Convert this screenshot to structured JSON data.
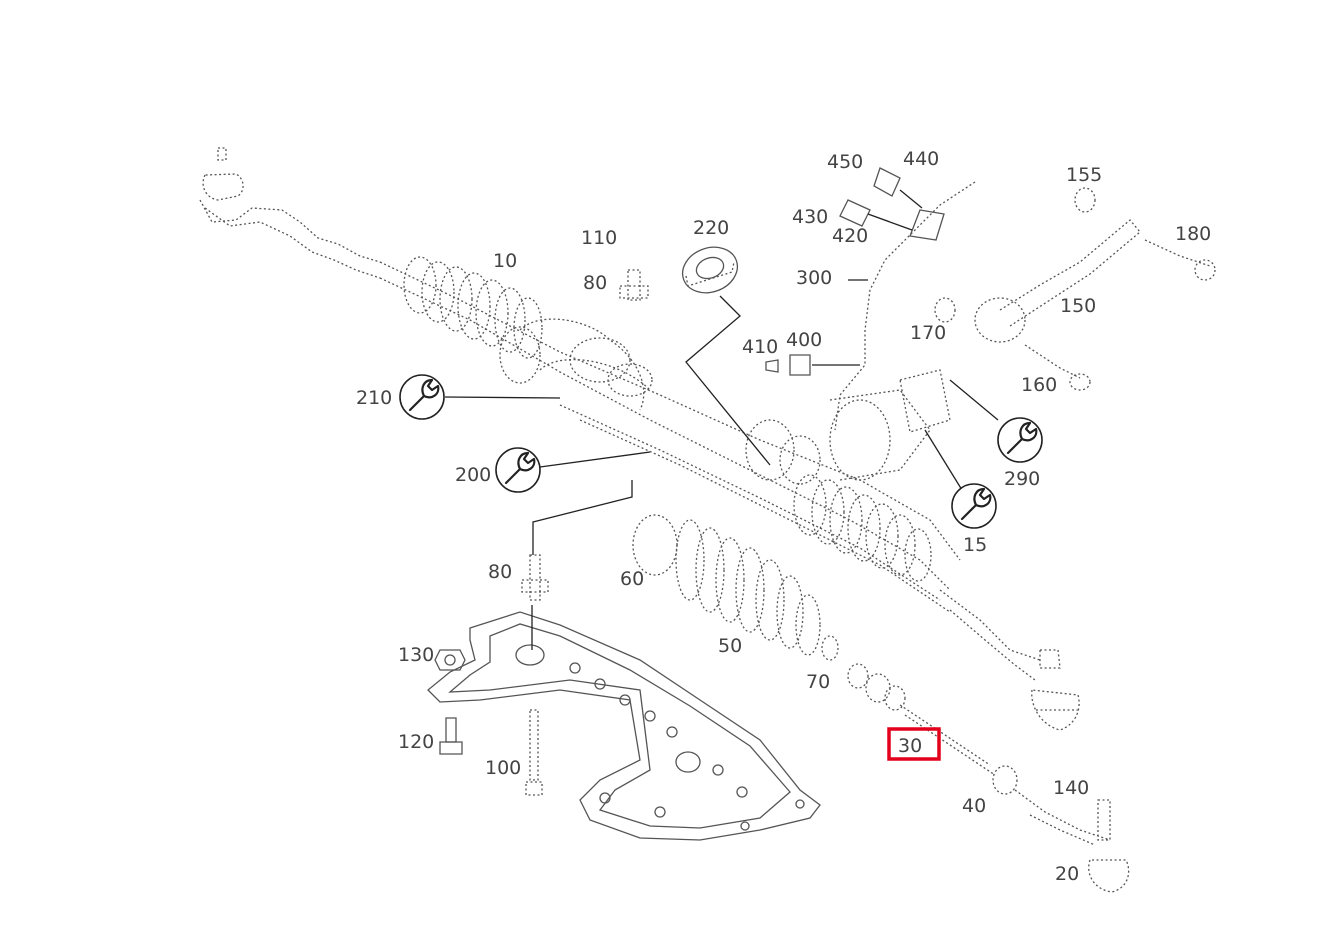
{
  "diagram": {
    "callouts": [
      {
        "id": "10",
        "label": "10"
      },
      {
        "id": "15",
        "label": "15"
      },
      {
        "id": "20",
        "label": "20"
      },
      {
        "id": "30",
        "label": "30",
        "selected": true
      },
      {
        "id": "40",
        "label": "40"
      },
      {
        "id": "50",
        "label": "50"
      },
      {
        "id": "60",
        "label": "60"
      },
      {
        "id": "70",
        "label": "70"
      },
      {
        "id": "80a",
        "label": "80"
      },
      {
        "id": "80b",
        "label": "80"
      },
      {
        "id": "100",
        "label": "100"
      },
      {
        "id": "110",
        "label": "110"
      },
      {
        "id": "120",
        "label": "120"
      },
      {
        "id": "130",
        "label": "130"
      },
      {
        "id": "140",
        "label": "140"
      },
      {
        "id": "150",
        "label": "150"
      },
      {
        "id": "155",
        "label": "155"
      },
      {
        "id": "160",
        "label": "160"
      },
      {
        "id": "170",
        "label": "170"
      },
      {
        "id": "180",
        "label": "180"
      },
      {
        "id": "200",
        "label": "200"
      },
      {
        "id": "210",
        "label": "210"
      },
      {
        "id": "220",
        "label": "220"
      },
      {
        "id": "290",
        "label": "290"
      },
      {
        "id": "300",
        "label": "300"
      },
      {
        "id": "400",
        "label": "400"
      },
      {
        "id": "410",
        "label": "410"
      },
      {
        "id": "420",
        "label": "420"
      },
      {
        "id": "430",
        "label": "430"
      },
      {
        "id": "440",
        "label": "440"
      },
      {
        "id": "450",
        "label": "450"
      }
    ],
    "tool_icons": [
      "wrench-icon",
      "wrench-icon",
      "wrench-icon",
      "wrench-icon"
    ],
    "highlight_color": "#e3001b"
  }
}
